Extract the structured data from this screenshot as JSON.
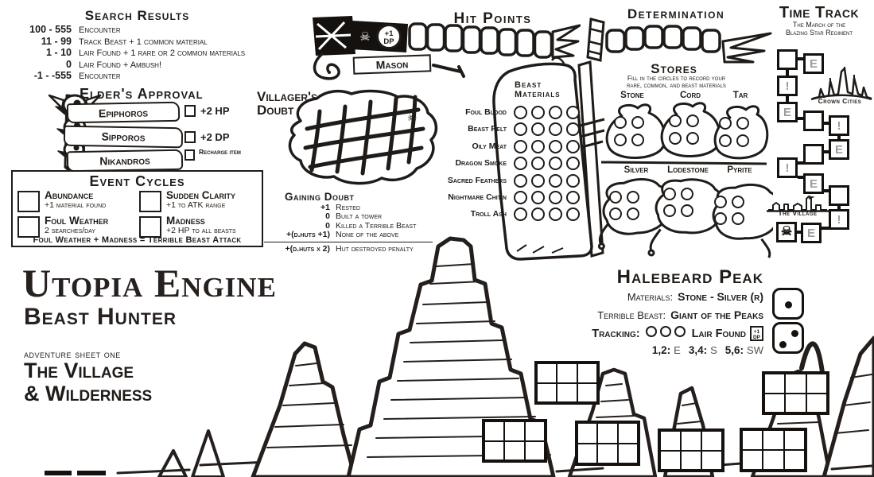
{
  "colors": {
    "ink": "#1f1b18",
    "track_letter_gray": "#9c9c9c",
    "paper": "#ffffff"
  },
  "icons": {
    "skull": "☠"
  },
  "search_results": {
    "title": "Search Results",
    "rows": [
      {
        "range": "100 - 555",
        "result": "Encounter"
      },
      {
        "range": "11 - 99",
        "result": "Track Beast + 1 common material"
      },
      {
        "range": "1 - 10",
        "result": "Lair Found + 1 rare or 2 common materials"
      },
      {
        "range": "0",
        "result": "Lair Found + Ambush!"
      },
      {
        "range": "-1 - -555",
        "result": "Encounter"
      }
    ]
  },
  "elders_approval": {
    "title": "Elder's Approval",
    "elders": [
      {
        "name": "Epiphoros",
        "reward": "+2 HP"
      },
      {
        "name": "Sipporos",
        "reward": "+2 DP"
      },
      {
        "name": "Nikandros",
        "reward": "Recharge item"
      }
    ]
  },
  "event_cycles": {
    "title": "Event Cycles",
    "events": [
      {
        "name": "Abundance",
        "effect": "+1 material found"
      },
      {
        "name": "Sudden Clarity",
        "effect": "+1 to ATK range"
      },
      {
        "name": "Foul Weather",
        "effect": "2 searches/day"
      },
      {
        "name": "Madness",
        "effect": "+2 HP to all beasts"
      }
    ],
    "footer": "Foul Weather + Madness = Terrible Beast Attack"
  },
  "villagers_doubt": {
    "title_line1": "Villager's",
    "title_line2": "Doubt"
  },
  "gaining_doubt": {
    "title": "Gaining Doubt",
    "rows": [
      {
        "value": "+1",
        "condition": "Rested"
      },
      {
        "value": "0",
        "condition": "Built a tower"
      },
      {
        "value": "0",
        "condition": "Killed a Terrible Beast"
      },
      {
        "value": "+(d.huts +1)",
        "condition": "None of the above"
      }
    ],
    "penalty_value": "+(d.huts x 2)",
    "penalty_condition": "Hut destroyed penalty"
  },
  "hit_points": {
    "title": "Hit Points",
    "badge_line1": "+1",
    "badge_line2": "DP",
    "banner": "Mason"
  },
  "determination": {
    "title": "Determination"
  },
  "beast_materials": {
    "title_line1": "Beast",
    "title_line2": "Materials",
    "items": [
      "Foul Blood",
      "Beast Pelt",
      "Oily Meat",
      "Dragon Smoke",
      "Sacred Feathers",
      "Nightmare Chitin",
      "Troll Ash"
    ],
    "circles_per_item": 4
  },
  "stores": {
    "title": "Stores",
    "subtitle_line1": "Fill in the circles to record your",
    "subtitle_line2": "rare, common, and beast materials",
    "sacks": [
      "Stone",
      "Cord",
      "Tar"
    ],
    "pouches": [
      "Silver",
      "Lodestone",
      "Pyrite"
    ],
    "circles_per_bag": 4
  },
  "time_track": {
    "title": "Time Track",
    "subtitle_line1": "The March of the",
    "subtitle_line2": "Blazing Star Regiment",
    "start_label": "Crown Cities",
    "end_label": "The Village",
    "boxes": [
      "",
      "E",
      "!",
      "E",
      "",
      "!",
      "E",
      "",
      "!",
      "E",
      "",
      "!",
      "E",
      "skull"
    ]
  },
  "title_block": {
    "game_title": "Utopia Engine",
    "game_subtitle": "Beast Hunter",
    "sheet_label": "adventure sheet one",
    "sheet_name_line1": "The Village",
    "sheet_name_line2": "& Wilderness"
  },
  "halebeard": {
    "title": "Halebeard Peak",
    "materials_label": "Materials:",
    "materials_value": "Stone - Silver (r)",
    "beast_label": "Terrible Beast:",
    "beast_value": "Giant of the Peaks",
    "tracking_label": "Tracking:",
    "lair_label": "Lair Found",
    "badge_line1": "+1",
    "badge_line2": "DP",
    "directions": [
      {
        "roll": "1,2:",
        "dir": "E"
      },
      {
        "roll": "3,4:",
        "dir": "S"
      },
      {
        "roll": "5,6:",
        "dir": "SW"
      }
    ],
    "dice": [
      1,
      2
    ]
  }
}
